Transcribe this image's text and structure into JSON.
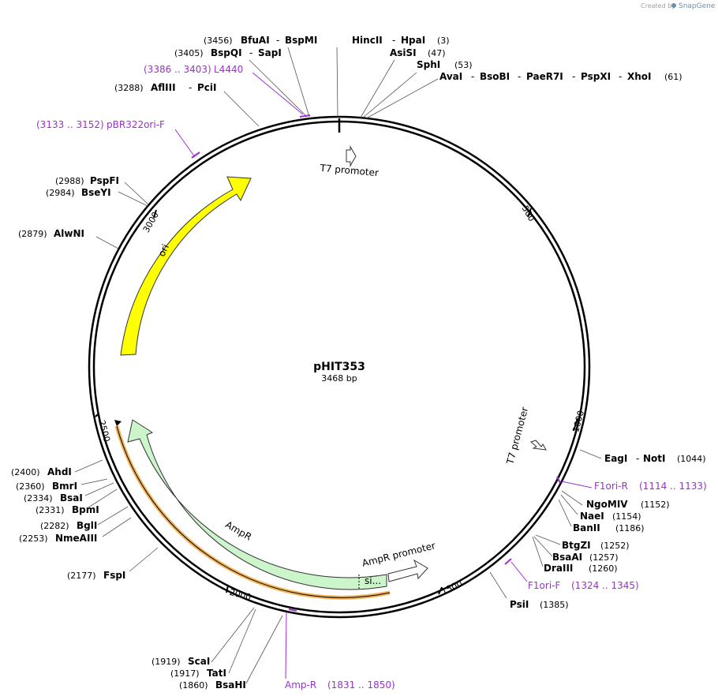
{
  "credit": {
    "prefix": "Created by",
    "brand": "SnapGene"
  },
  "plasmid": {
    "name": "pHIT353",
    "size_label": "3468 bp"
  },
  "ticks": [
    "500",
    "1000",
    "1500",
    "2000",
    "2500",
    "3000"
  ],
  "features": {
    "ori": "ori",
    "ampr": "AmpR",
    "signal": "si...",
    "ampr_promoter": "AmpR promoter",
    "t7_top": "T7 promoter",
    "t7_right": "T7 promoter"
  },
  "sites": [
    {
      "pos": "(3456)",
      "names": [
        "BfuAI",
        "BspMI"
      ]
    },
    {
      "pos": "(3405)",
      "names": [
        "BspQI",
        "SapI"
      ]
    },
    {
      "pos": "(3288)",
      "names": [
        "AflIII",
        "PciI"
      ]
    },
    {
      "pos": "(3)",
      "names": [
        "HincII",
        "HpaI"
      ]
    },
    {
      "pos": "(47)",
      "names": [
        "AsiSI"
      ]
    },
    {
      "pos": "(53)",
      "names": [
        "SphI"
      ]
    },
    {
      "pos": "(61)",
      "names": [
        "AvaI",
        "BsoBI",
        "PaeR7I",
        "PspXI",
        "XhoI"
      ]
    },
    {
      "pos": "(2988)",
      "names": [
        "PspFI"
      ]
    },
    {
      "pos": "(2984)",
      "names": [
        "BseYI"
      ]
    },
    {
      "pos": "(2879)",
      "names": [
        "AlwNI"
      ]
    },
    {
      "pos": "(1044)",
      "names": [
        "EagI",
        "NotI"
      ]
    },
    {
      "pos": "(1152)",
      "names": [
        "NgoMIV"
      ]
    },
    {
      "pos": "(1154)",
      "names": [
        "NaeI"
      ]
    },
    {
      "pos": "(1186)",
      "names": [
        "BanII"
      ]
    },
    {
      "pos": "(1252)",
      "names": [
        "BtgZI"
      ]
    },
    {
      "pos": "(1257)",
      "names": [
        "BsaAI"
      ]
    },
    {
      "pos": "(1260)",
      "names": [
        "DraIII"
      ]
    },
    {
      "pos": "(1385)",
      "names": [
        "PsiI"
      ]
    },
    {
      "pos": "(2400)",
      "names": [
        "AhdI"
      ]
    },
    {
      "pos": "(2360)",
      "names": [
        "BmrI"
      ]
    },
    {
      "pos": "(2334)",
      "names": [
        "BsaI"
      ]
    },
    {
      "pos": "(2331)",
      "names": [
        "BpmI"
      ]
    },
    {
      "pos": "(2282)",
      "names": [
        "BglI"
      ]
    },
    {
      "pos": "(2253)",
      "names": [
        "NmeAIII"
      ]
    },
    {
      "pos": "(2177)",
      "names": [
        "FspI"
      ]
    },
    {
      "pos": "(1919)",
      "names": [
        "ScaI"
      ]
    },
    {
      "pos": "(1917)",
      "names": [
        "TatI"
      ]
    },
    {
      "pos": "(1860)",
      "names": [
        "BsaHI"
      ]
    }
  ],
  "primers": [
    {
      "name": "L4440",
      "range": "(3386 .. 3403)"
    },
    {
      "name": "pBR322ori-F",
      "range": "(3133 .. 3152)"
    },
    {
      "name": "F1ori-R",
      "range": "(1114 .. 1133)"
    },
    {
      "name": "F1ori-F",
      "range": "(1324 .. 1345)"
    },
    {
      "name": "Amp-R",
      "range": "(1831 .. 1850)"
    }
  ],
  "colors": {
    "ori": "#ffff00",
    "ampr": "#ccf5cc",
    "promoter": "#ffffff",
    "primer": "#9b30d0",
    "orf": "#f0a030"
  }
}
